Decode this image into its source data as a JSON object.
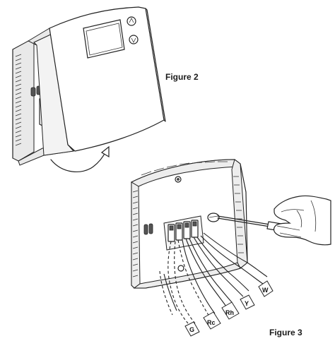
{
  "figures": {
    "figure2": {
      "caption": "Figure 2"
    },
    "figure3": {
      "caption": "Figure 3",
      "wire_labels": [
        "G",
        "Rc",
        "Rh",
        "Y",
        "W"
      ]
    }
  },
  "colors": {
    "line": "#222222",
    "background": "#ffffff"
  }
}
